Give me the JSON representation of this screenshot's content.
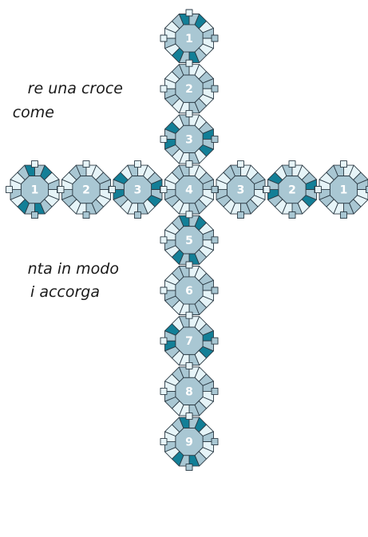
{
  "text_fragments": {
    "line_1": "re una croce",
    "line_2": "come",
    "line_3": "nta in modo",
    "line_4": "i accorga"
  },
  "colors": {
    "light_tile": "#e6f4f8",
    "mid_tile": "#a9c7d3",
    "dark_tile": "#137f97",
    "center": "#a9c7d3",
    "outline": "#2b3a44",
    "number": "#ffffff"
  },
  "cross": {
    "vertical_labels": [
      "1",
      "2",
      "3",
      "4",
      "5",
      "6",
      "7",
      "8",
      "9"
    ],
    "left_arm_labels": [
      "1",
      "2",
      "3"
    ],
    "right_arm_labels": [
      "3",
      "2",
      "1"
    ]
  }
}
